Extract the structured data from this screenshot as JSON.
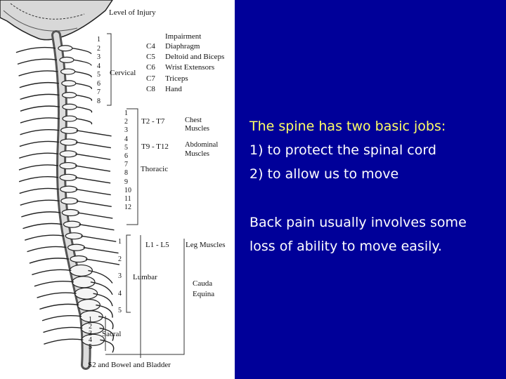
{
  "diagram": {
    "level_title": "Level of Injury",
    "impairment_header": "Impairment",
    "cervical_label": "Cervical",
    "cervical_numbers": [
      "1",
      "2",
      "3",
      "4",
      "5",
      "6",
      "7",
      "8"
    ],
    "cervical_table": [
      {
        "level": "C4",
        "impairment": "Diaphragm"
      },
      {
        "level": "C5",
        "impairment": "Deltoid and Biceps"
      },
      {
        "level": "C6",
        "impairment": "Wrist Extensors"
      },
      {
        "level": "C7",
        "impairment": "Triceps"
      },
      {
        "level": "C8",
        "impairment": "Hand"
      }
    ],
    "thoracic_numbers": [
      "1",
      "2",
      "3",
      "4",
      "5",
      "6",
      "7",
      "8",
      "9",
      "10",
      "11",
      "12"
    ],
    "thoracic_label": "Thoracic",
    "t2_t7": "T2 - T7",
    "t2_t7_desc": [
      "Chest",
      "Muscles"
    ],
    "t9_t12": "T9 - T12",
    "t9_t12_desc": [
      "Abdominal",
      "Muscles"
    ],
    "lumbar_numbers": [
      "1",
      "2",
      "3",
      "4",
      "5"
    ],
    "lumbar_label": "Lumbar",
    "l1_l5": "L1 - L5",
    "leg_muscles": "Leg Muscles",
    "cauda": [
      "Cauda",
      "Equina"
    ],
    "sacral_numbers": [
      "1",
      "2",
      "3",
      "4",
      "5"
    ],
    "sacral_label": "Sacral",
    "bottom_label": "S2 and Bowel and Bladder"
  },
  "text": {
    "heading": "The spine has two basic jobs:",
    "job1": "1) to protect the spinal cord",
    "job2": "2) to allow us to move",
    "para2_line1": "Back pain usually involves some",
    "para2_line2": "loss of ability to move easily."
  },
  "colors": {
    "background": "#000099",
    "heading_text": "#ffff66",
    "body_text": "#ffffff",
    "diagram_bg": "#ffffff"
  }
}
